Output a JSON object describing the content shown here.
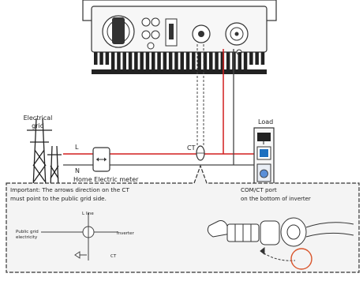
{
  "labels": {
    "grid_line1": "Electrical",
    "grid_line2": "grid",
    "line_l": "L",
    "line_n": "N",
    "meter": "Home Electric meter",
    "ct": "CT",
    "load": "Load",
    "important_line1": "Important: The arrows direction on the CT",
    "important_line2": "must point to the public grid side.",
    "com_line1": "COM/CT port",
    "com_line2": "on the bottom of inverter",
    "inset_public_line1": "Public grid",
    "inset_public_line2": "electricity",
    "inset_line": "L line",
    "inset_inverter": "Inverter",
    "inset_ct": "CT"
  },
  "colors": {
    "line_red": "#d21f1f",
    "border": "#333333",
    "panel_fill": "#f4f4f4",
    "heatsink": "#222222",
    "highlight_circle": "#d9542a"
  }
}
